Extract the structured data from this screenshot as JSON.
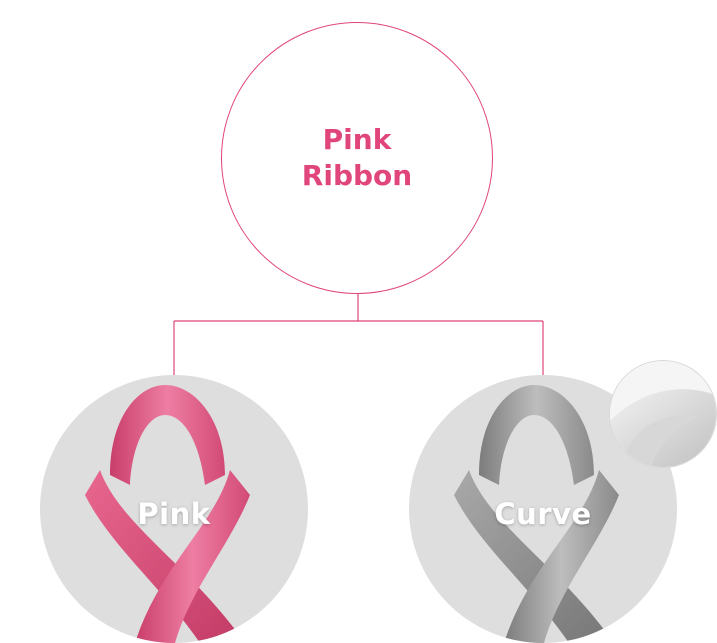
{
  "root": {
    "line1": "Pink",
    "line2": "Ribbon"
  },
  "children": [
    {
      "label": "Pink",
      "ribbon_color": "#e25a86"
    },
    {
      "label": "Curve",
      "ribbon_color": "#999999"
    }
  ],
  "colors": {
    "accent": "#e0457b",
    "circle_bg": "#dedede"
  },
  "icons": {
    "zoom_badge": "ribbon-texture-zoom-icon"
  }
}
